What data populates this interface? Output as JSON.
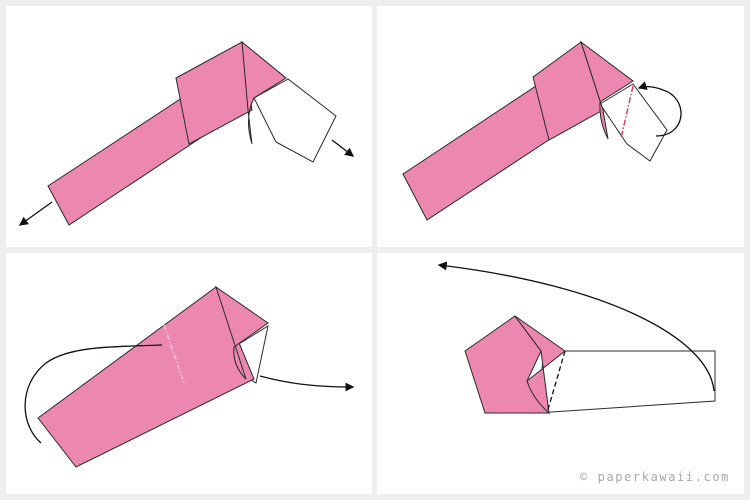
{
  "diagram": {
    "steps": [
      {
        "id": "step-1"
      },
      {
        "id": "step-2"
      },
      {
        "id": "step-3"
      },
      {
        "id": "step-4"
      }
    ]
  },
  "credit": {
    "copyright_symbol": "©",
    "text": "paperkawaii.com"
  },
  "colors": {
    "background": "#eeeeee",
    "panel": "#ffffff",
    "paper_pink": "#ec87b0",
    "paper_white": "#ffffff",
    "outline": "#2a2a2a",
    "arrow": "#111111",
    "mountain_fold": "#e0324a",
    "credit_text": "#a8a8a8"
  },
  "icons": {
    "arrow": "arrowhead",
    "mountain_fold_line": "dash-dot-line",
    "valley_fold_line": "dashed-line"
  }
}
